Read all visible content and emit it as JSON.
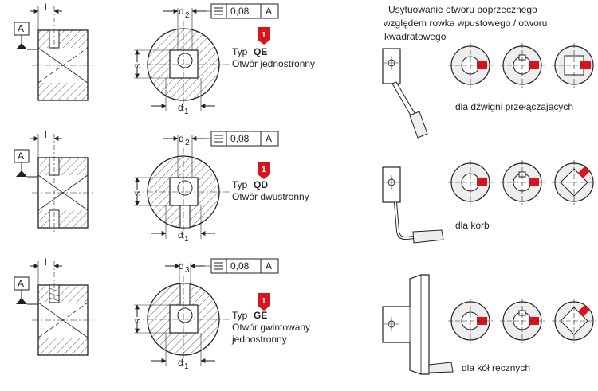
{
  "header": {
    "title_line1": "Usytuowanie otworu poprzecznego",
    "title_line2": "względem rowka wpustowego / otworu",
    "title_line3": "kwadratowego"
  },
  "rows": [
    {
      "datum": "A",
      "dim_l": "l",
      "dim_d_top": "d",
      "dim_d_top_sub": "2",
      "dim_d_bottom": "d",
      "dim_d_bottom_sub": "1",
      "dim_s": "s",
      "tolerance_value": "0,08",
      "tolerance_ref": "A",
      "badge": "1",
      "type_prefix": "Typ",
      "type_code": "QE",
      "desc1": "Otwór jednostronny",
      "desc2": "",
      "usage_label": "dla dźwigni przełączających"
    },
    {
      "datum": "A",
      "dim_l": "l",
      "dim_d_top": "d",
      "dim_d_top_sub": "2",
      "dim_d_bottom": "d",
      "dim_d_bottom_sub": "1",
      "dim_s": "s",
      "tolerance_value": "0,08",
      "tolerance_ref": "A",
      "badge": "1",
      "type_prefix": "Typ",
      "type_code": "QD",
      "desc1": "Otwór dwustronny",
      "desc2": "",
      "usage_label": "dla korb"
    },
    {
      "datum": "A",
      "dim_l": "l",
      "dim_d_top": "d",
      "dim_d_top_sub": "3",
      "dim_d_bottom": "d",
      "dim_d_bottom_sub": "1",
      "dim_s": "s",
      "tolerance_value": "0,08",
      "tolerance_ref": "A",
      "badge": "1",
      "type_prefix": "Typ",
      "type_code": "GE",
      "desc1": "Otwór gwintowany",
      "desc2": "jednostronny",
      "usage_label": "dla kół ręcznych"
    }
  ],
  "colors": {
    "accent_red": "#d8141e",
    "line": "#222222",
    "hatch": "#333333",
    "fill_light": "#eeeeee"
  }
}
